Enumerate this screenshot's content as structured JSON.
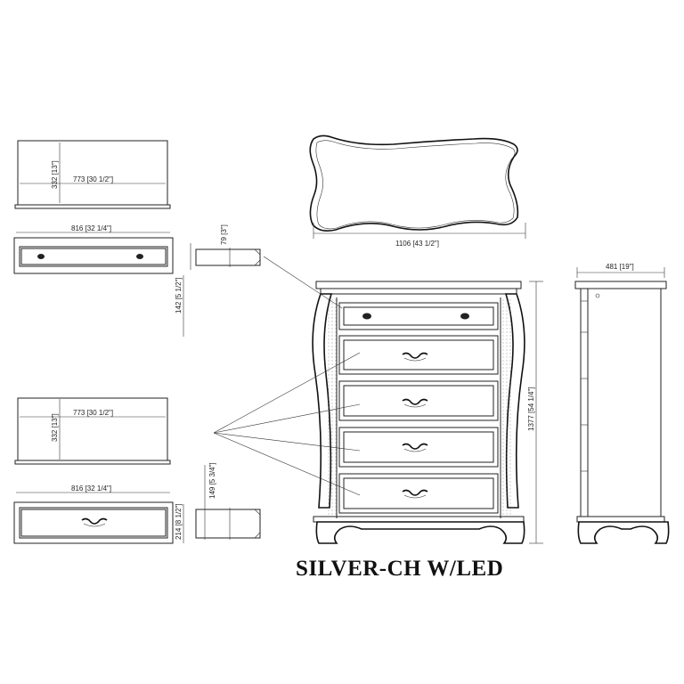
{
  "title": "SILVER-CH W/LED",
  "dimensions": {
    "drawer_top_depth": "332 [13\"]",
    "drawer_top_width": "773 [30 1/2\"]",
    "drawer_top_front_width": "816 [32 1/4\"]",
    "drawer_top_side_height": "79 [3\"]",
    "drawer_top_front_height": "142 [5 1/2\"]",
    "drawer_low_width": "773 [30 1/2\"]",
    "drawer_low_depth": "332 [13\"]",
    "drawer_low_front_width": "816 [32 1/4\"]",
    "drawer_low_side_height": "149 [5 3/4\"]",
    "drawer_low_front_height": "214 [8 1/2\"]",
    "top_width": "1106 [43 1/2\"]",
    "side_depth": "481 [19\"]",
    "total_height": "1377 [54 1/4\"]"
  },
  "views": {
    "top_view": "top-plan",
    "front_view": "chest-front",
    "side_view": "chest-side"
  }
}
